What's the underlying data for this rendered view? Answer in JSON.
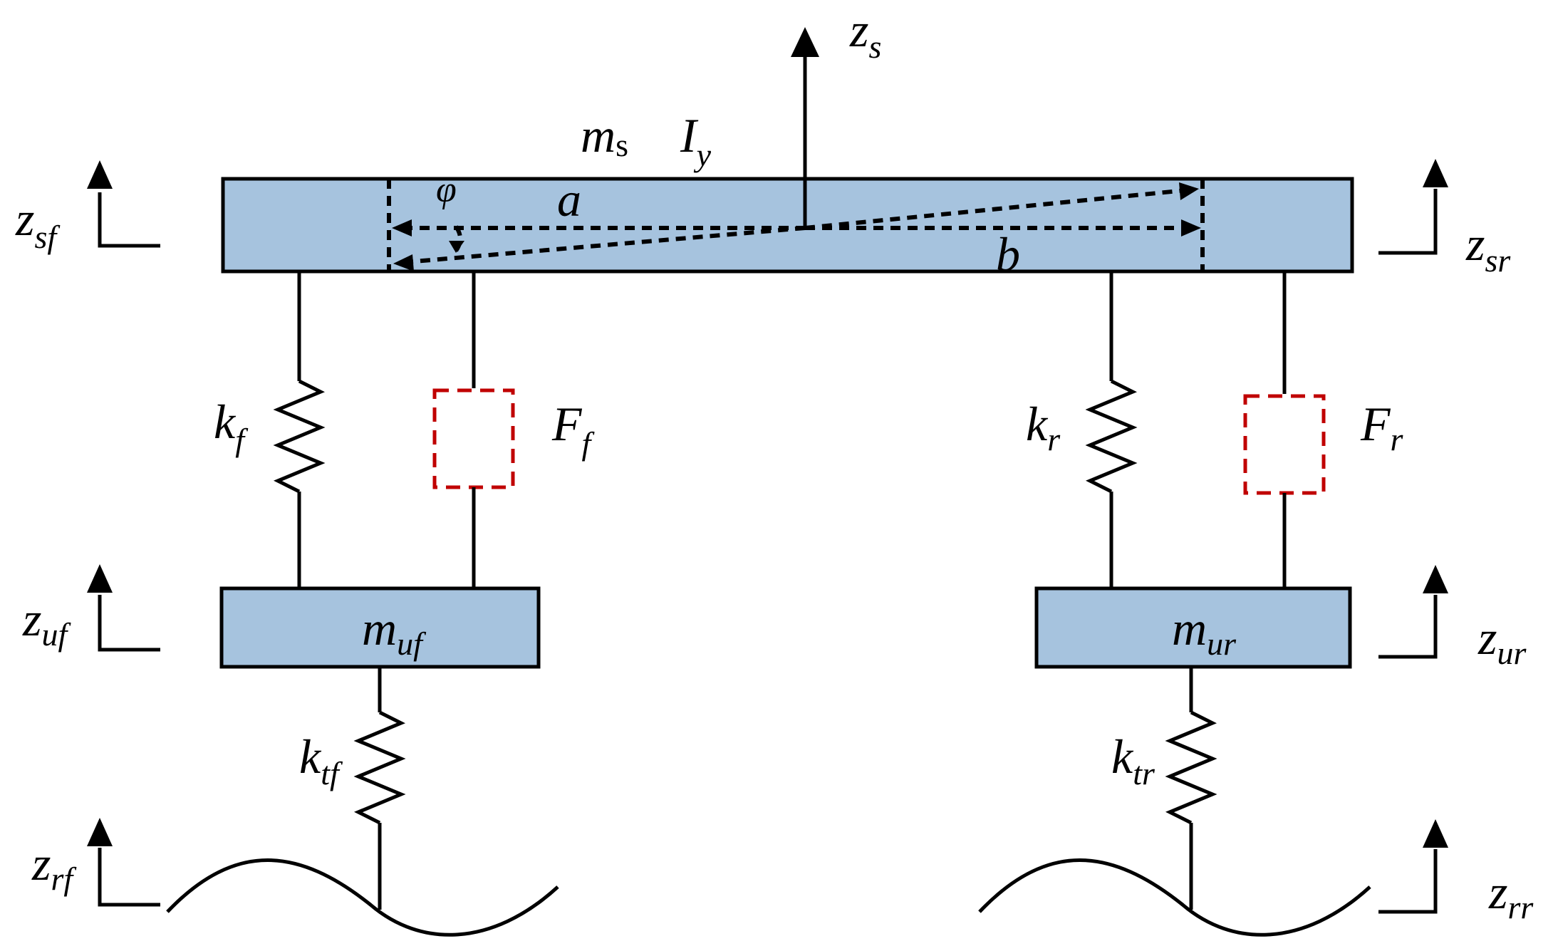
{
  "labels": {
    "zs": {
      "main": "z",
      "sub": "s"
    },
    "ms": {
      "main": "m",
      "sub": "s"
    },
    "Iy": {
      "main": "I",
      "sub": "y"
    },
    "phi": "φ",
    "a": "a",
    "b": "b",
    "zsf": {
      "main": "z",
      "sub": "sf"
    },
    "zsr": {
      "main": "z",
      "sub": "sr"
    },
    "kf": {
      "main": "k",
      "sub": "f"
    },
    "Ff": {
      "main": "F",
      "sub": "f"
    },
    "kr": {
      "main": "k",
      "sub": "r"
    },
    "Fr": {
      "main": "F",
      "sub": "r"
    },
    "zuf": {
      "main": "z",
      "sub": "uf"
    },
    "zur": {
      "main": "z",
      "sub": "ur"
    },
    "muf": {
      "main": "m",
      "sub": "uf"
    },
    "mur": {
      "main": "m",
      "sub": "ur"
    },
    "ktf": {
      "main": "k",
      "sub": "tf"
    },
    "ktr": {
      "main": "k",
      "sub": "tr"
    },
    "zrf": {
      "main": "z",
      "sub": "rf"
    },
    "zrr": {
      "main": "z",
      "sub": "rr"
    }
  },
  "colors": {
    "block_fill": "#a6c3de",
    "actuator": "#c00000",
    "line": "#000000"
  }
}
